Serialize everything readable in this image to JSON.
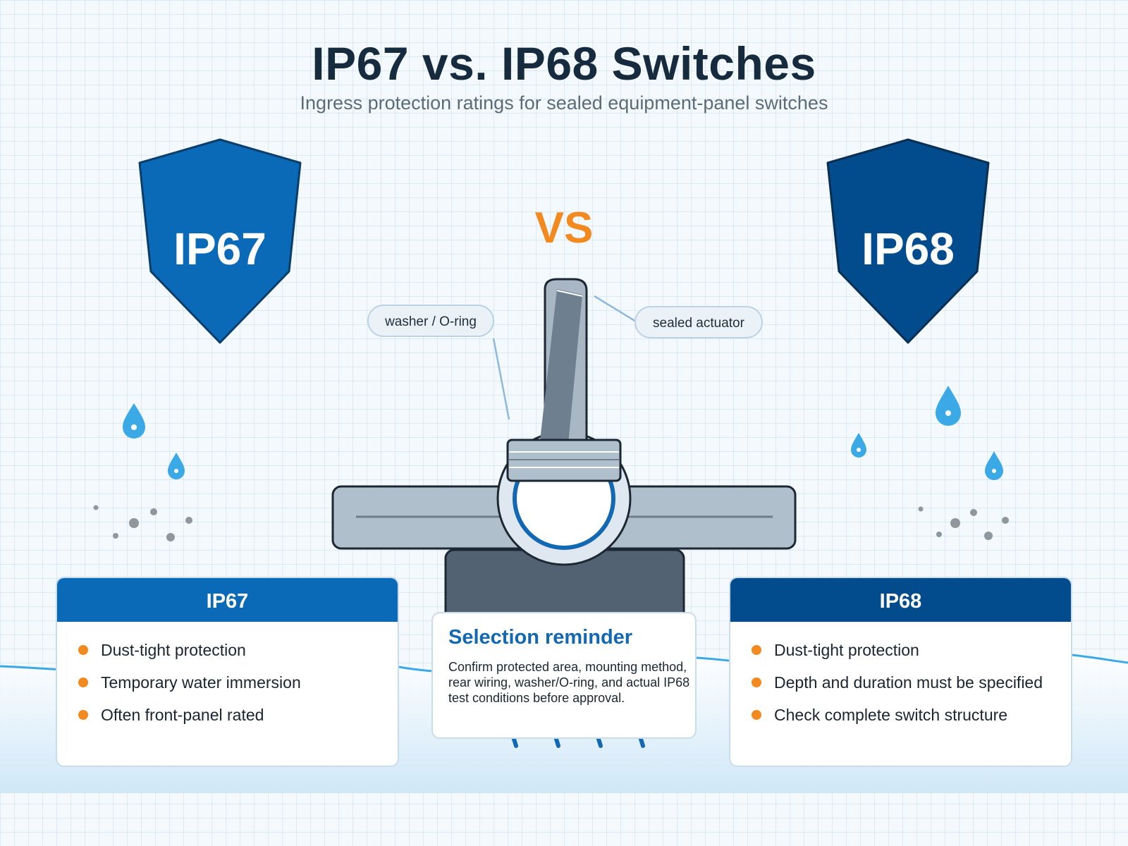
{
  "header": {
    "title": "IP67 vs. IP68 Switches",
    "subtitle": "Ingress protection ratings for sealed equipment-panel switches"
  },
  "vs_label": "VS",
  "shields": [
    {
      "label": "IP67",
      "color": "#0a6ab8"
    },
    {
      "label": "IP68",
      "color": "#024c8e"
    }
  ],
  "callouts": {
    "washer": "washer / O-ring",
    "actuator": "sealed actuator"
  },
  "cards": [
    {
      "title": "IP67",
      "header_color": "#0a6ab8",
      "items": [
        "Dust-tight protection",
        "Temporary water immersion",
        "Often front-panel rated"
      ]
    },
    {
      "title": "IP68",
      "header_color": "#024c8e",
      "items": [
        "Dust-tight protection",
        "Depth and duration must be specified",
        "Check complete switch structure"
      ]
    }
  ],
  "reminder": {
    "title": "Selection reminder",
    "body": "Confirm protected area, mounting method, rear wiring, washer/O-ring, and actual IP68 test conditions before approval."
  },
  "colors": {
    "accent_orange": "#f28a1f",
    "water_blue": "#3ba9e6",
    "dust_gray": "#8f969c",
    "panel_gray": "#b0bfcc",
    "housing_dark": "#526272"
  }
}
